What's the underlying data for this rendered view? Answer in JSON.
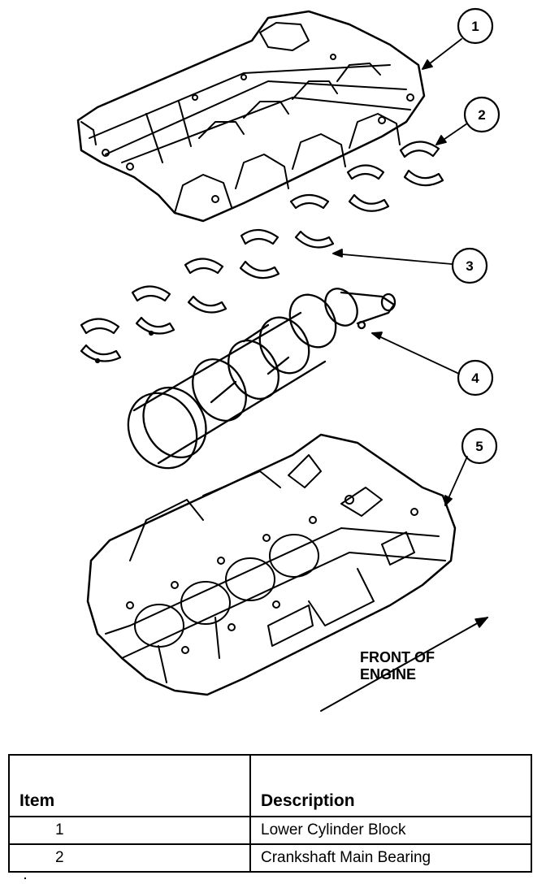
{
  "diagram": {
    "callouts": [
      "1",
      "2",
      "3",
      "4",
      "5"
    ],
    "front_label_line1": "FRONT OF",
    "front_label_line2": "ENGINE"
  },
  "legend": {
    "headers": {
      "item": "Item",
      "description": "Description"
    },
    "rows": [
      {
        "item": "1",
        "description": "Lower Cylinder Block"
      },
      {
        "item": "2",
        "description": "Crankshaft Main Bearing"
      }
    ]
  },
  "colors": {
    "ink": "#000000",
    "paper": "#ffffff"
  }
}
